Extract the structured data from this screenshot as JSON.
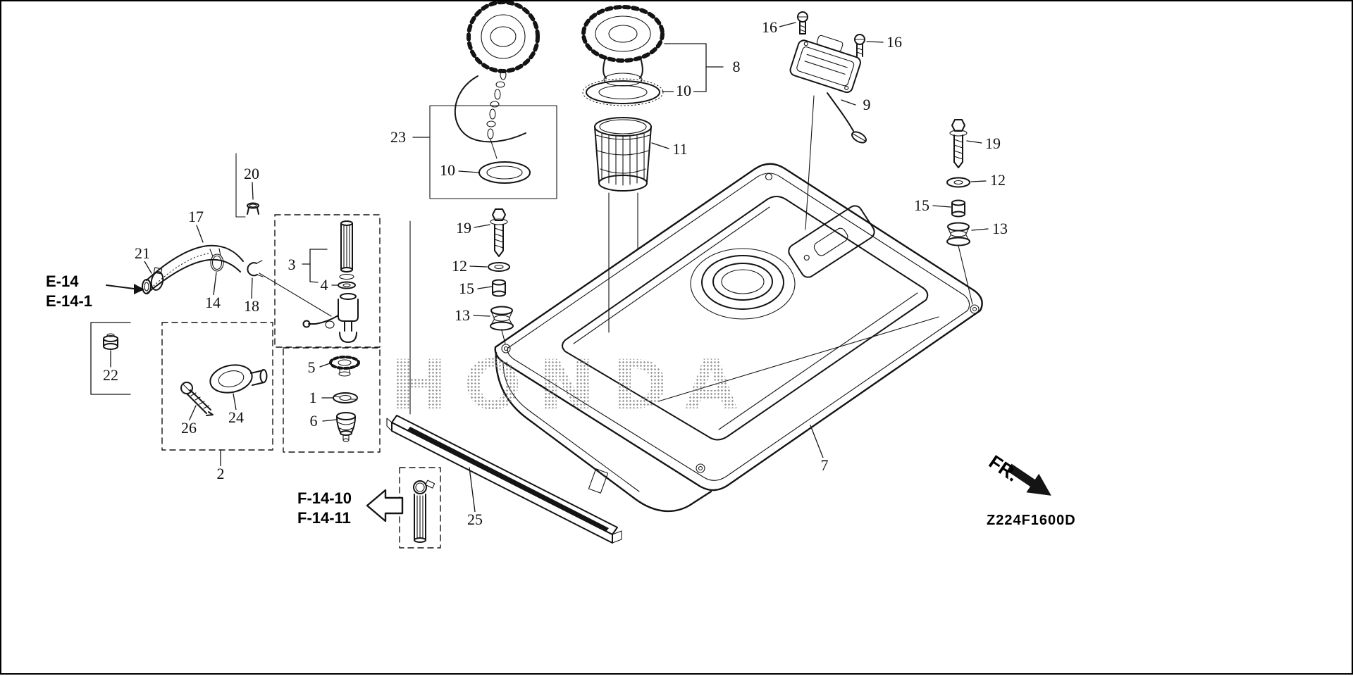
{
  "diagram": {
    "code": "Z224F1600D",
    "direction": "FR.",
    "watermark": "HONDA"
  },
  "references": {
    "e14_line1": "E-14",
    "e14_line2": "E-14-1",
    "f14_line1": "F-14-10",
    "f14_line2": "F-14-11"
  },
  "parts": {
    "1": "1",
    "2": "2",
    "3": "3",
    "4": "4",
    "5": "5",
    "6": "6",
    "7": "7",
    "8": "8",
    "9": "9",
    "10": "10",
    "11": "11",
    "12": "12",
    "13": "13",
    "14": "14",
    "15": "15",
    "16": "16",
    "17": "17",
    "18": "18",
    "19": "19",
    "20": "20",
    "21": "21",
    "22": "22",
    "23": "23",
    "24": "24",
    "25": "25",
    "26": "26"
  }
}
